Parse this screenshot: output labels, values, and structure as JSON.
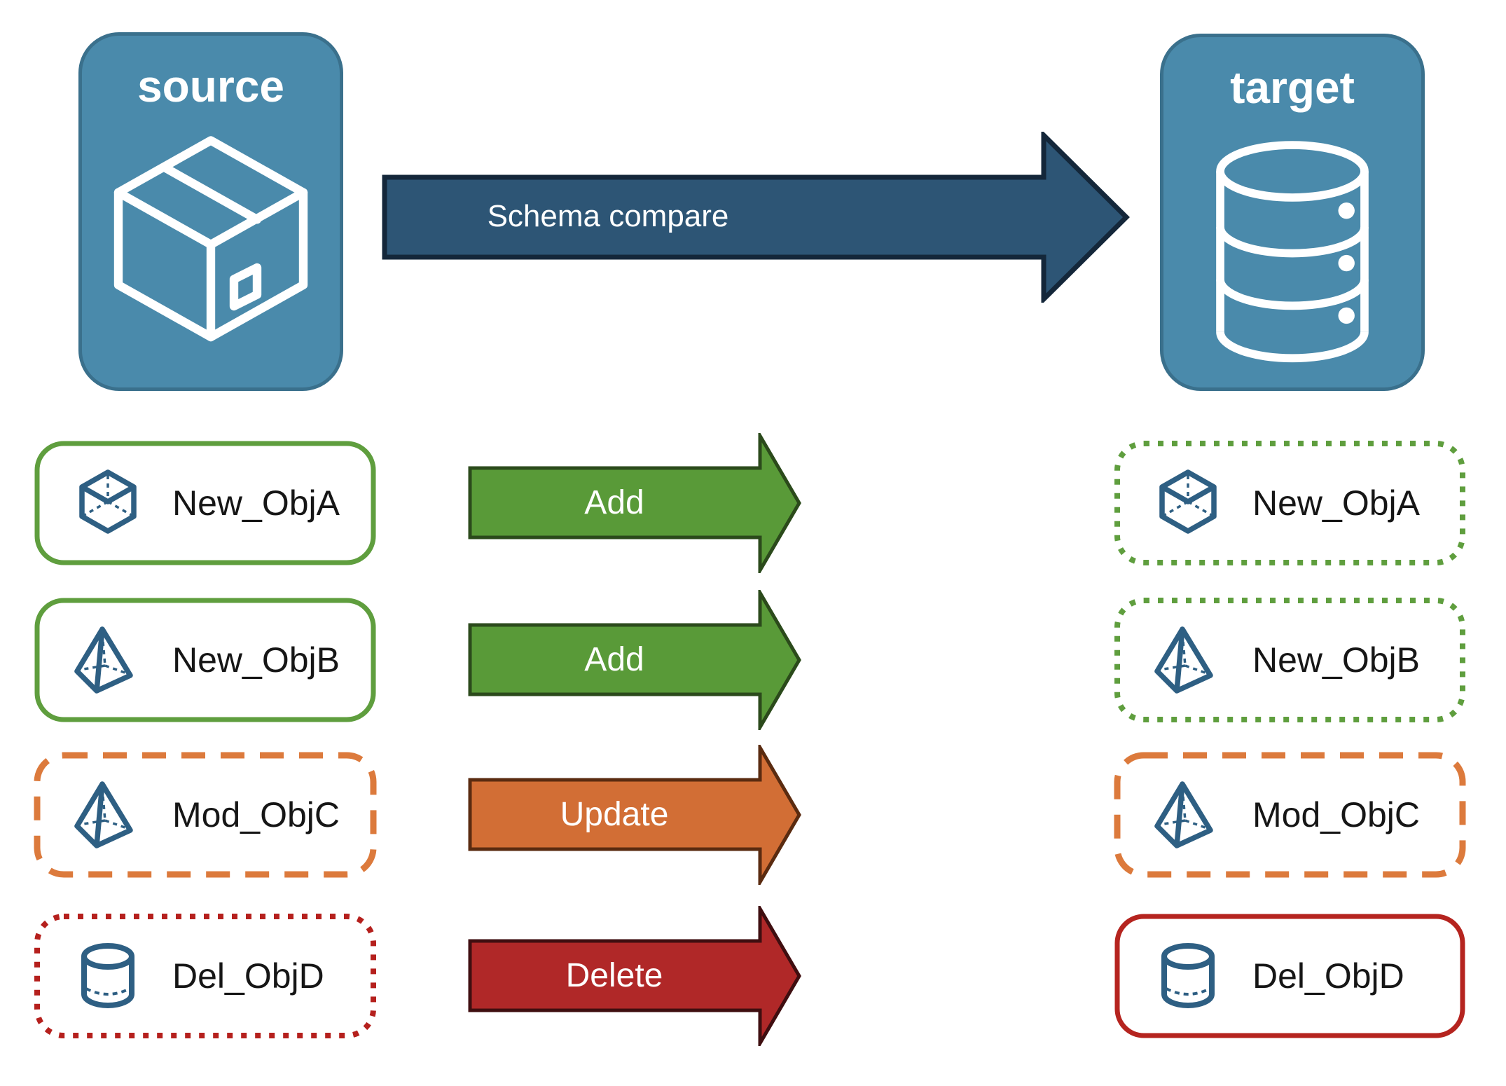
{
  "palette": {
    "node_fill": "#4A8AAB",
    "node_border": "#3A708C",
    "object_icon_blue": "#2E5F83",
    "green": "#5F9E3E",
    "orange": "#DC7A3C",
    "red_dotted": "#B5201D",
    "red_solid": "#B5241F"
  },
  "nodes": {
    "source": {
      "label": "source",
      "icon": "package-icon"
    },
    "target": {
      "label": "target",
      "icon": "database-icon"
    }
  },
  "main_arrow": {
    "label": "Schema compare",
    "fill": "#2D5575",
    "outline": "#14273A"
  },
  "rows": [
    {
      "source_object": {
        "label": "New_ObjA",
        "icon": "cube-icon",
        "border": {
          "style": "solid",
          "color": "#5F9E3E"
        }
      },
      "action": {
        "label": "Add",
        "fill": "#599A38",
        "outline": "#2B4A1B"
      },
      "target_object": {
        "label": "New_ObjA",
        "icon": "cube-icon",
        "border": {
          "style": "dotted",
          "color": "#5F9E3E"
        }
      }
    },
    {
      "source_object": {
        "label": "New_ObjB",
        "icon": "pyramid-icon",
        "border": {
          "style": "solid",
          "color": "#5F9E3E"
        }
      },
      "action": {
        "label": "Add",
        "fill": "#599A38",
        "outline": "#2B4A1B"
      },
      "target_object": {
        "label": "New_ObjB",
        "icon": "pyramid-icon",
        "border": {
          "style": "dotted",
          "color": "#5F9E3E"
        }
      }
    },
    {
      "source_object": {
        "label": "Mod_ObjC",
        "icon": "pyramid-icon",
        "border": {
          "style": "dashed",
          "color": "#DC7A3C"
        }
      },
      "action": {
        "label": "Update",
        "fill": "#D26E35",
        "outline": "#5A2B10"
      },
      "target_object": {
        "label": "Mod_ObjC",
        "icon": "pyramid-icon",
        "border": {
          "style": "dashed",
          "color": "#DC7A3C"
        }
      }
    },
    {
      "source_object": {
        "label": "Del_ObjD",
        "icon": "cylinder-icon",
        "border": {
          "style": "dotted",
          "color": "#B5201D"
        }
      },
      "action": {
        "label": "Delete",
        "fill": "#B02828",
        "outline": "#3F0E10"
      },
      "target_object": {
        "label": "Del_ObjD",
        "icon": "cylinder-icon",
        "border": {
          "style": "solid",
          "color": "#B5241F"
        }
      }
    }
  ]
}
